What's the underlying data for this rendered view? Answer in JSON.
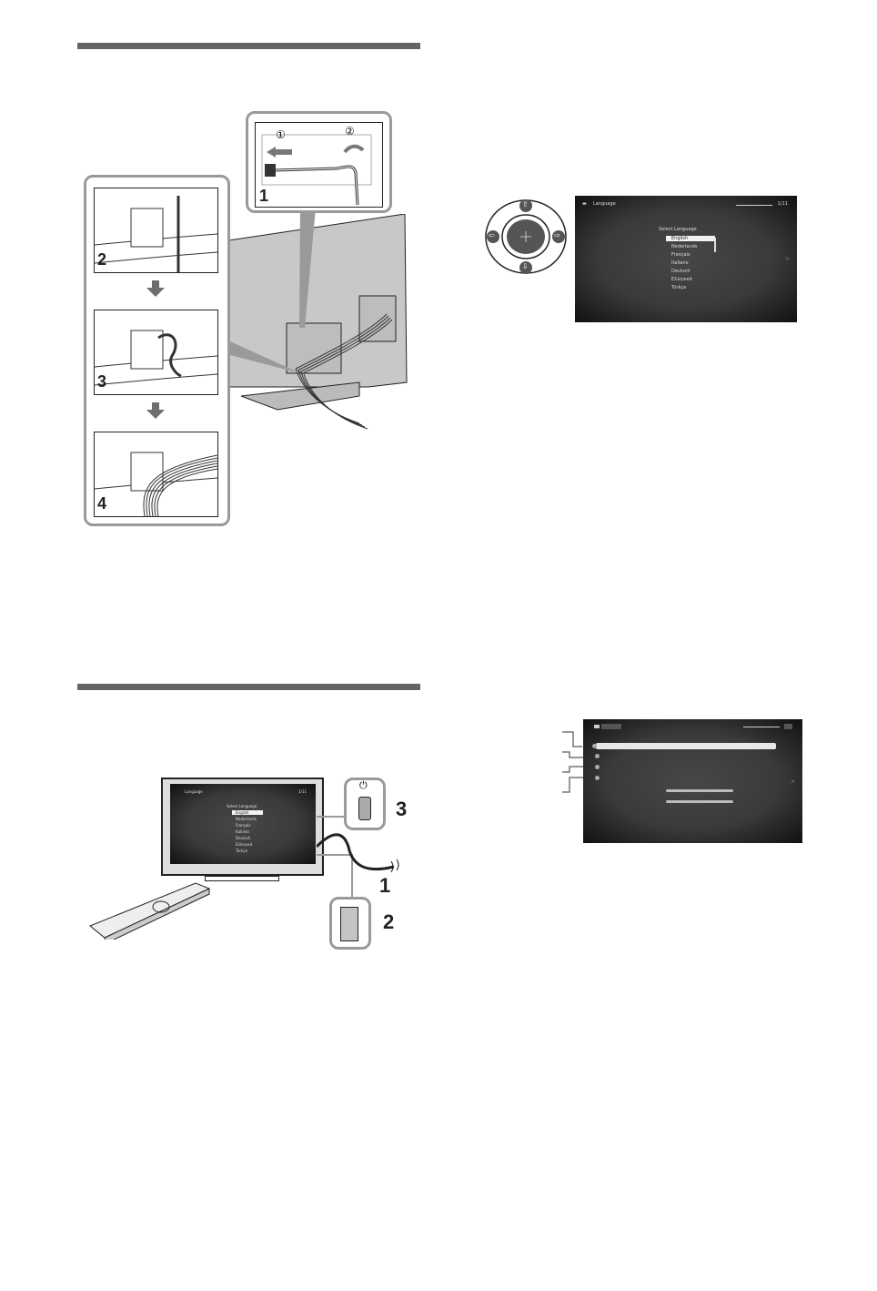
{
  "section_rules": {
    "top_rule": "",
    "bottom_rule": ""
  },
  "cable_figure": {
    "step_labels": [
      "1",
      "2",
      "3",
      "4"
    ],
    "inset_markers": [
      "①",
      "②"
    ],
    "colors": {
      "frame": "#9a9a9a",
      "tv_back": "#c8c8c8",
      "arrow": "#6e6e6e"
    }
  },
  "remote_figure": {
    "dpad_icons": [
      "up-arrow",
      "down-arrow",
      "left-arrow",
      "right-arrow",
      "center-select"
    ]
  },
  "language_screen": {
    "header_icon": "toolbox-icon",
    "header": "Language",
    "page": "1/11",
    "prompt": "Select Language",
    "options": [
      "English",
      "Nederlands",
      "Français",
      "Italiano",
      "Deutsch",
      "Ελληνικά",
      "Türkçe"
    ],
    "selected_index": 0,
    "next_arrow": ">"
  },
  "tv_setup_figure": {
    "labels": [
      "1",
      "2",
      "3"
    ],
    "power_icon": "⏻",
    "screen": {
      "header": "Language",
      "page": "1/11",
      "prompt": "Select Language",
      "options": [
        "English",
        "Nederlands",
        "Français",
        "Italiano",
        "Deutsch",
        "Ελληνικά",
        "Türkçe"
      ]
    }
  },
  "menu_screen": {
    "callout_count": 4,
    "colors": {
      "highlight": "#e8e8e8",
      "background": "#3a3a3a"
    }
  }
}
